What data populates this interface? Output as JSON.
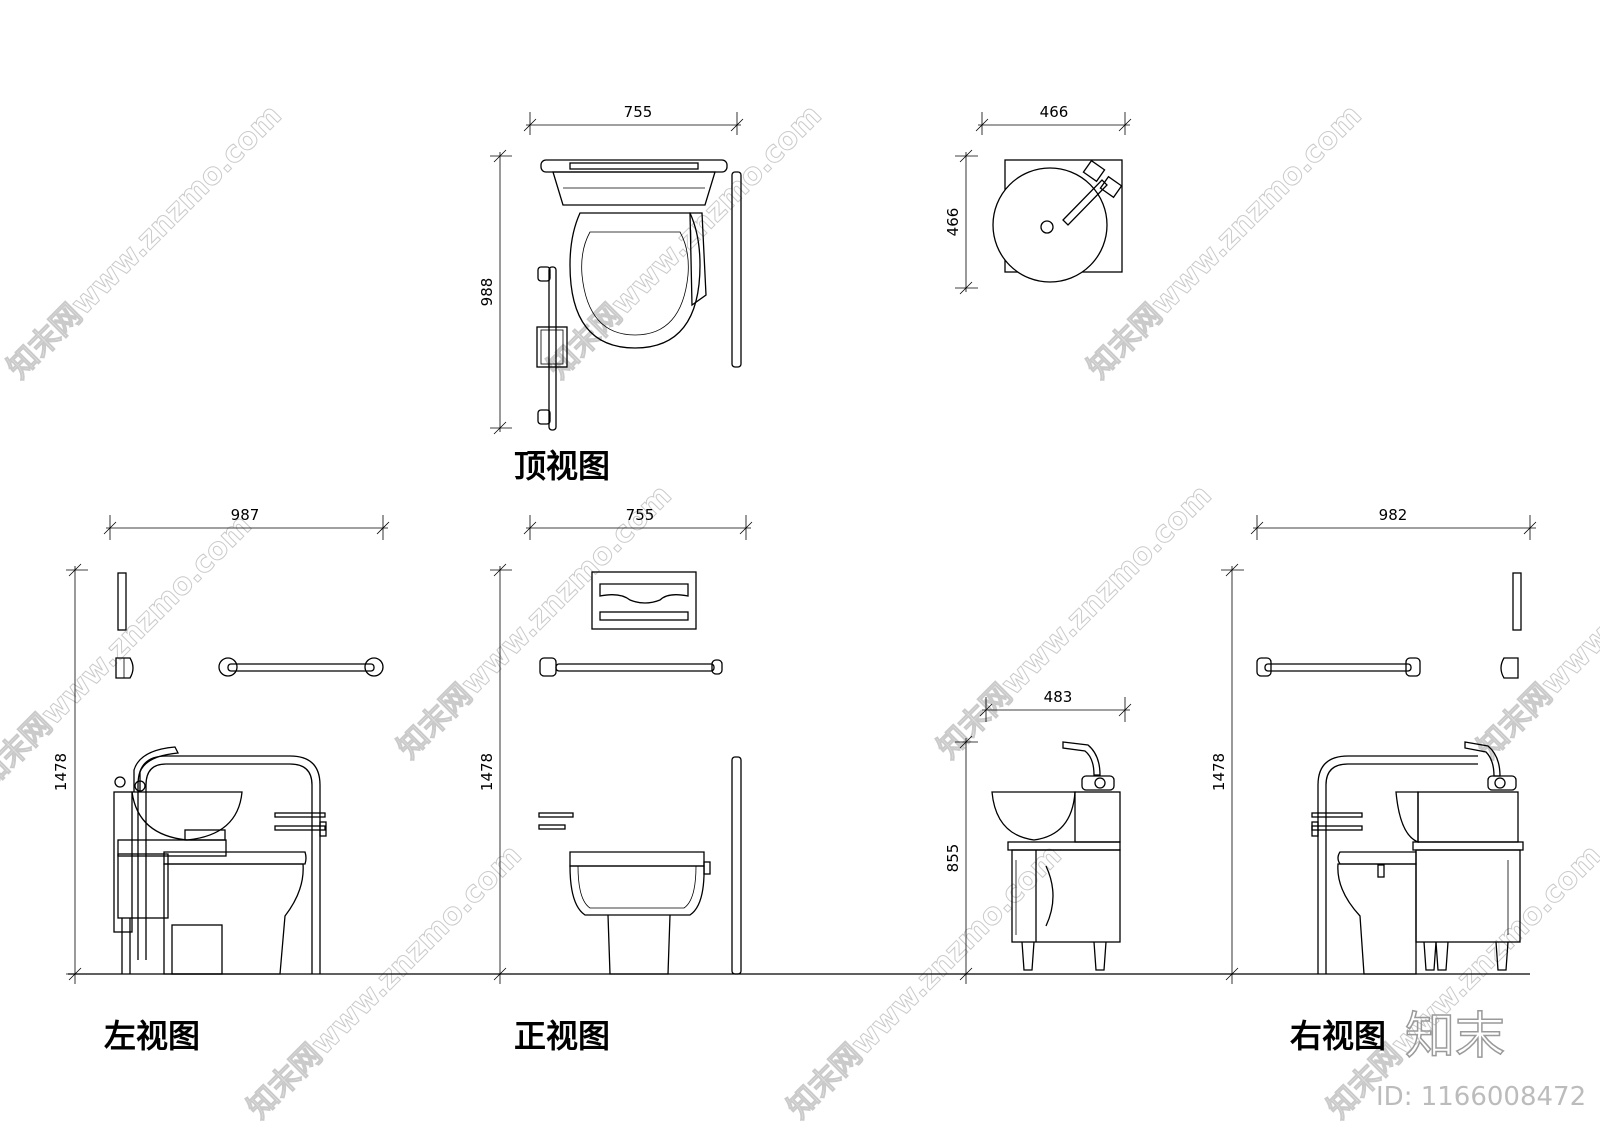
{
  "views": {
    "top": {
      "title": "顶视图",
      "width": "755",
      "depth": "988"
    },
    "basin_top": {
      "width": "466",
      "depth": "466"
    },
    "left": {
      "title": "左视图",
      "width": "987",
      "height": "1478"
    },
    "front": {
      "title": "正视图",
      "width": "755",
      "height": "1478"
    },
    "basin_front": {
      "width": "483",
      "height": "855"
    },
    "right": {
      "title": "右视图",
      "width": "982",
      "height": "1478"
    }
  },
  "watermark": {
    "text": "知末网www.znzmo.com",
    "brand": "知末",
    "id_label": "ID: 1166008472"
  }
}
